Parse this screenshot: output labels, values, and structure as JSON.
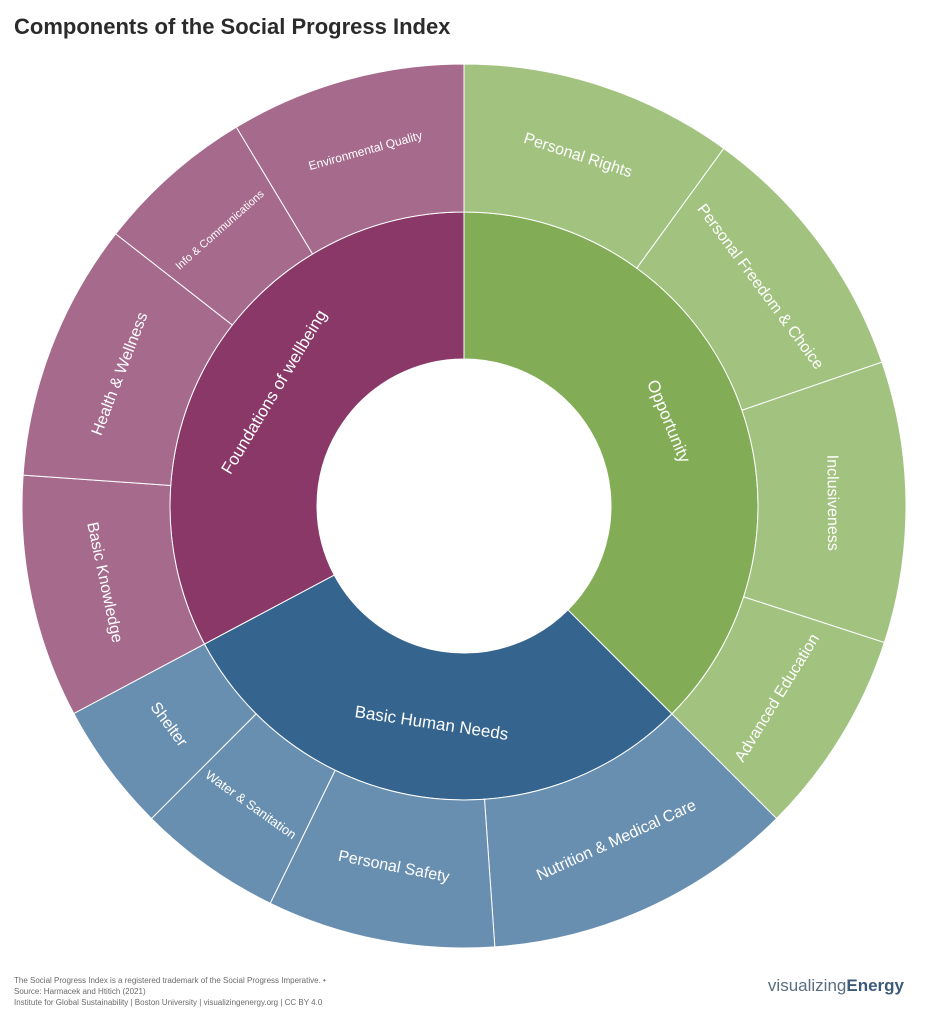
{
  "title": "Components of the Social Progress Index",
  "footer": {
    "line1": "The Social Progress Index is a registered trademark of the Social Progress Imperative. •",
    "line2": "Source: Harmacek and Htitich (2021)",
    "line3": "Institute for Global Sustainability | Boston University | visualizingenergy.org | CC BY 4.0"
  },
  "logo": {
    "regular": "visualizing",
    "bold": "Energy"
  },
  "colors": {
    "opportunity_inner": "#82ad56",
    "opportunity_outer": "#a1c37f",
    "basic_inner": "#35658f",
    "basic_outer": "#698fb0",
    "foundations_inner": "#893867",
    "foundations_outer": "#a66a8d"
  },
  "chart_data": {
    "type": "sunburst",
    "title": "Components of the Social Progress Index",
    "start_angle_deg": 0,
    "inner": [
      {
        "name": "Opportunity",
        "start": 0,
        "end": 135,
        "color": "#82ad56"
      },
      {
        "name": "Basic Human Needs",
        "start": 135,
        "end": 242,
        "color": "#35658f"
      },
      {
        "name": "Foundations of wellbeing",
        "start": 242,
        "end": 360,
        "color": "#893867"
      }
    ],
    "outer": [
      {
        "name": "Personal Rights",
        "parent": "Opportunity",
        "start": 0,
        "end": 36,
        "color": "#a1c37f"
      },
      {
        "name": "Personal Freedom & Choice",
        "parent": "Opportunity",
        "start": 36,
        "end": 71,
        "color": "#a1c37f"
      },
      {
        "name": "Inclusiveness",
        "parent": "Opportunity",
        "start": 71,
        "end": 108,
        "color": "#a1c37f"
      },
      {
        "name": "Advanced Education",
        "parent": "Opportunity",
        "start": 108,
        "end": 135,
        "color": "#a1c37f"
      },
      {
        "name": "Nutrition & Medical Care",
        "parent": "Basic Human Needs",
        "start": 135,
        "end": 176,
        "color": "#698fb0"
      },
      {
        "name": "Personal Safety",
        "parent": "Basic Human Needs",
        "start": 176,
        "end": 206,
        "color": "#698fb0"
      },
      {
        "name": "Water & Sanitation",
        "parent": "Basic Human Needs",
        "start": 206,
        "end": 225,
        "color": "#698fb0"
      },
      {
        "name": "Shelter",
        "parent": "Basic Human Needs",
        "start": 225,
        "end": 242,
        "color": "#698fb0"
      },
      {
        "name": "Basic Knowledge",
        "parent": "Foundations of wellbeing",
        "start": 242,
        "end": 274,
        "color": "#a66a8d"
      },
      {
        "name": "Health & Wellness",
        "parent": "Foundations of wellbeing",
        "start": 274,
        "end": 308,
        "color": "#a66a8d"
      },
      {
        "name": "Info & Communications",
        "parent": "Foundations of wellbeing",
        "start": 308,
        "end": 329,
        "color": "#a66a8d"
      },
      {
        "name": "Environmental Quality",
        "parent": "Foundations of wellbeing",
        "start": 329,
        "end": 360,
        "color": "#a66a8d"
      }
    ]
  }
}
